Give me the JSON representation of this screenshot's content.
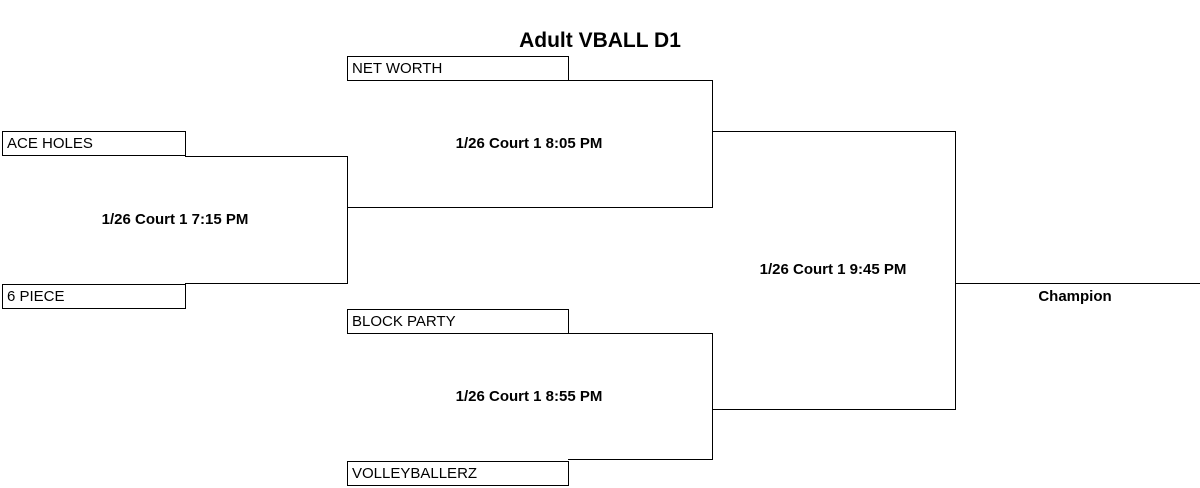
{
  "title": "Adult VBALL D1",
  "round1": {
    "team_top": "ACE HOLES",
    "team_bottom": "6 PIECE",
    "game": "1/26 Court 1 7:15 PM"
  },
  "semifinal_top": {
    "team": "NET WORTH",
    "game": "1/26 Court 1 8:05 PM"
  },
  "semifinal_bottom": {
    "team_top": "BLOCK PARTY",
    "team_bottom": "VOLLEYBALLERZ",
    "game": "1/26 Court 1 8:55 PM"
  },
  "final": {
    "game": "1/26 Court 1 9:45 PM",
    "winner_label": "Champion"
  }
}
